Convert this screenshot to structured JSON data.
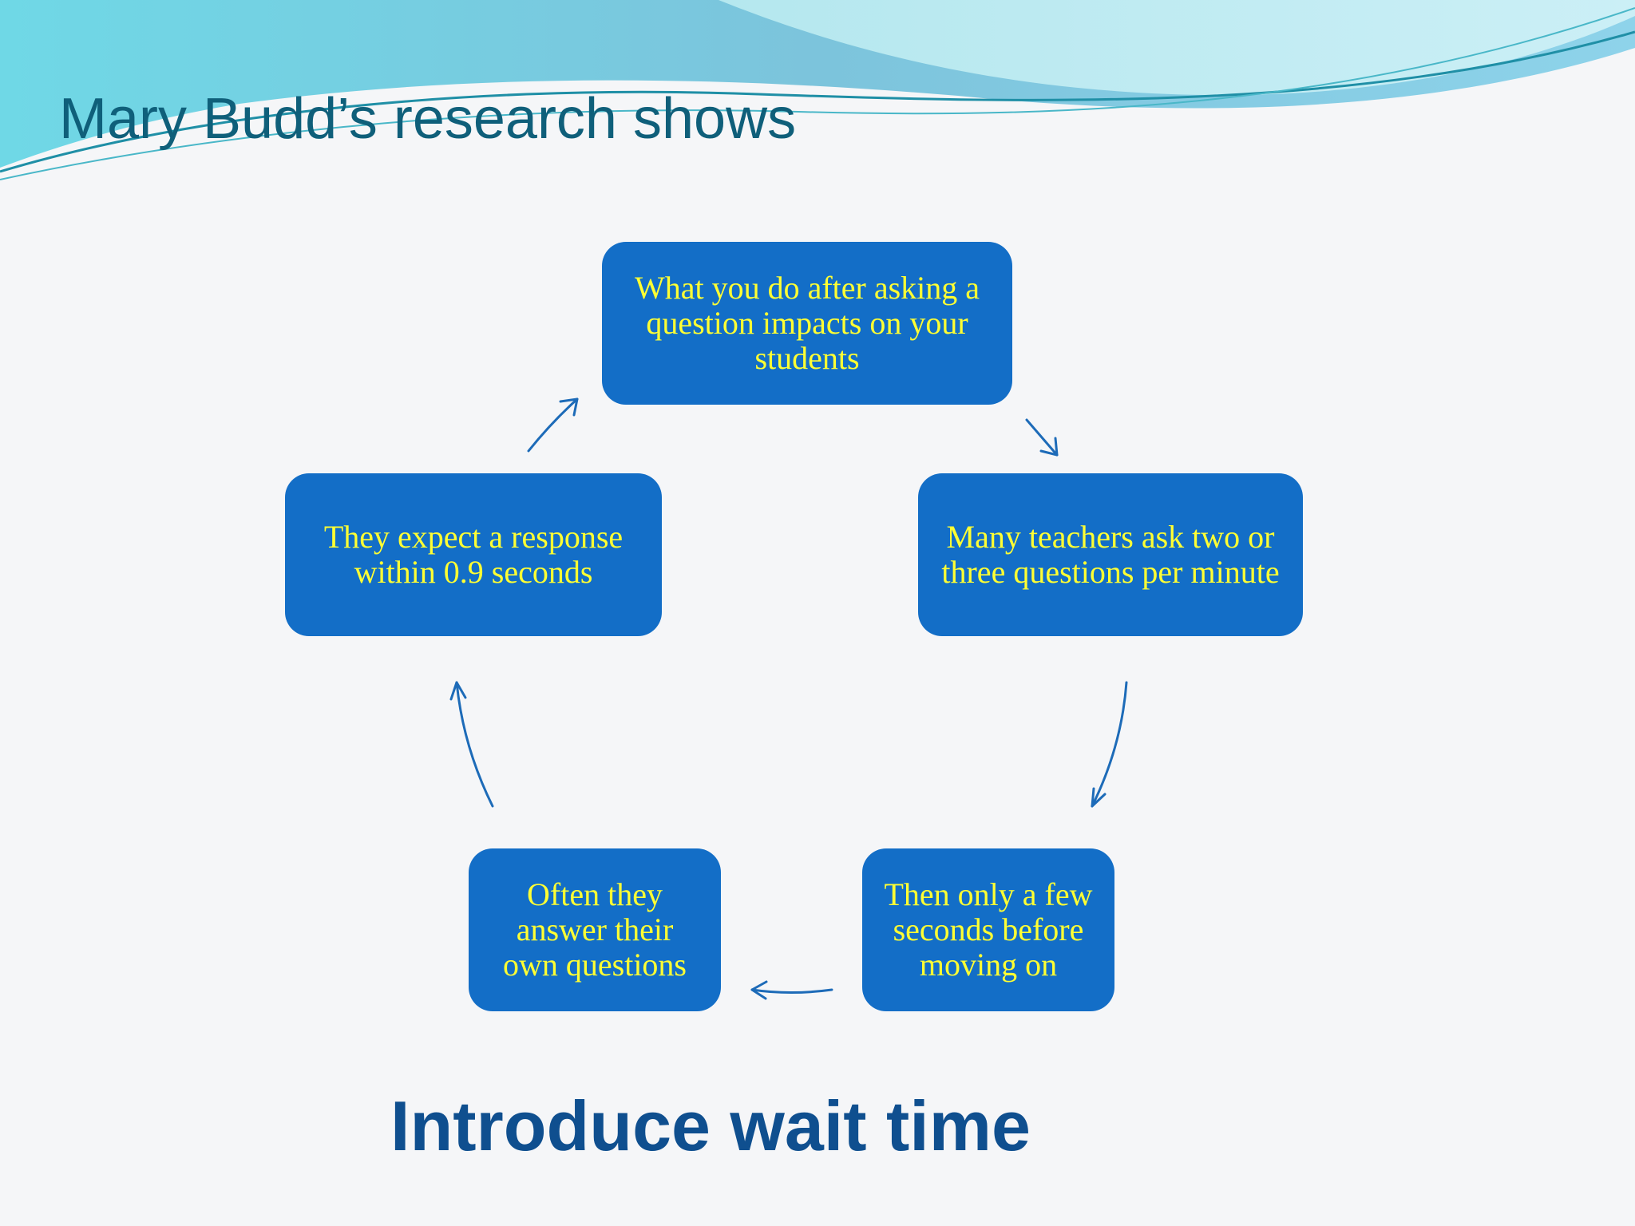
{
  "slide": {
    "title": "Mary Budd’s research shows",
    "footer": "Introduce wait time"
  },
  "cycle": {
    "nodes": [
      {
        "id": "top",
        "text": "What you do after asking a question impacts on your students"
      },
      {
        "id": "right",
        "text": "Many teachers ask two or three questions per minute"
      },
      {
        "id": "bottom-right",
        "text": "Then only a few seconds before moving on"
      },
      {
        "id": "bottom-left",
        "text": "Often they answer their own questions"
      },
      {
        "id": "left",
        "text": "They expect a response within 0.9 seconds"
      }
    ]
  },
  "colors": {
    "node_fill": "#136ec7",
    "node_text": "#ffff33",
    "title": "#0f5f7a",
    "footer": "#0f4f8f",
    "arrow": "#1d6bb8"
  }
}
